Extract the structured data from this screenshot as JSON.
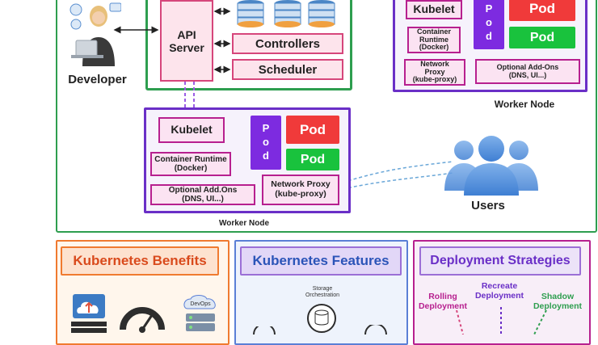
{
  "developer": {
    "label": "Developer"
  },
  "control_plane": {
    "api_server": "API\nServer",
    "controllers": "Controllers",
    "scheduler": "Scheduler"
  },
  "worker_main": {
    "kubelet": "Kubelet",
    "container_runtime": "Container Runtime\n(Docker)",
    "addons": "Optional Add.Ons\n(DNS, UI...)",
    "network_proxy": "Network Proxy\n(kube-proxy)",
    "pod_vertical": [
      "P",
      "o",
      "d"
    ],
    "pod_red": "Pod",
    "pod_green": "Pod",
    "label": "Worker Node"
  },
  "worker_top": {
    "kubelet": "Kubelet",
    "container_runtime": "Container\nRuntime\n(Docker)",
    "network_proxy": "Network\nProxy\n(kube-proxy)",
    "addons": "Optional Add-Ons\n(DNS, UI...)",
    "pod_vertical": [
      "P",
      "o",
      "d"
    ],
    "pod_red": "Pod",
    "pod_green": "Pod",
    "label": "Worker Node"
  },
  "users": {
    "label": "Users"
  },
  "panels": {
    "benefits": "Kubernetes Benefits",
    "features": "Kubernetes Features",
    "strategies": "Deployment Strategies"
  },
  "features_items": {
    "storage": "Storage\nOrchestration"
  },
  "benefit_icons": {
    "devops": "DevOps"
  },
  "strategies_items": {
    "rolling": "Rolling\nDeployment",
    "recreate": "Recreate\nDeployment",
    "shadow": "Shadow\nDeployment"
  },
  "colors": {
    "green": "#2e9e4f",
    "purple": "#6a2fc7",
    "pink": "#d6467b",
    "magenta": "#b7208f",
    "orange": "#f07a2f",
    "pod_red": "#f03a3a",
    "pod_green": "#19c23d"
  }
}
